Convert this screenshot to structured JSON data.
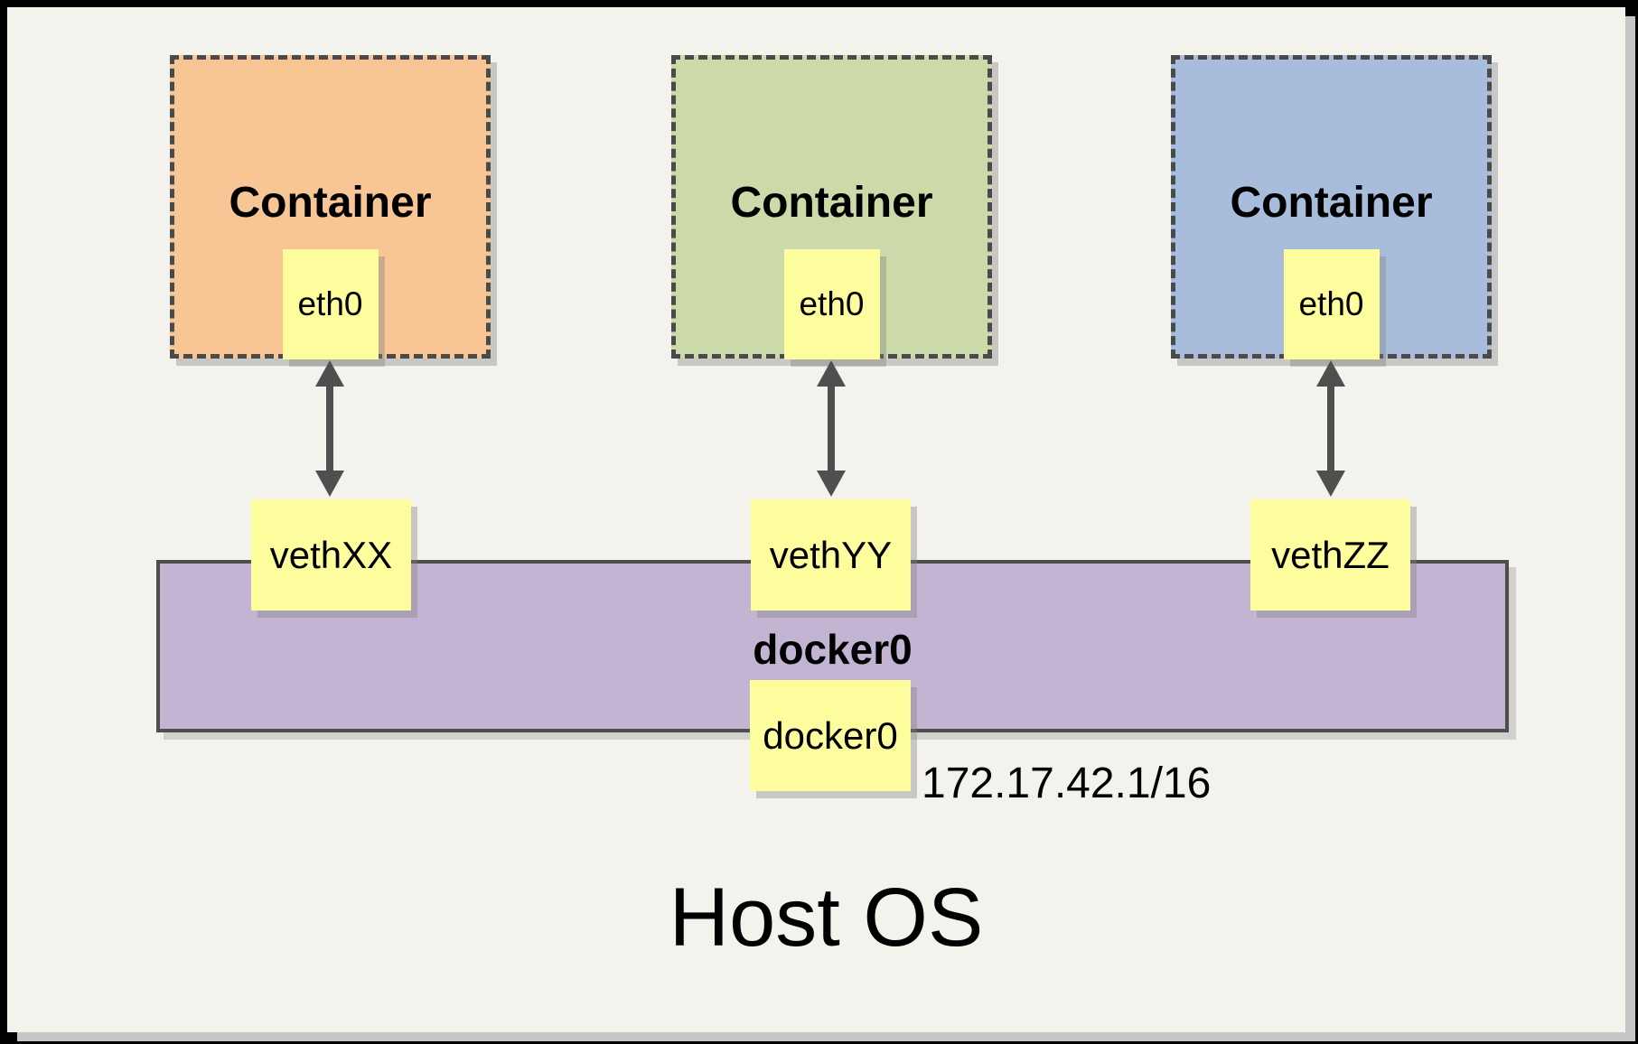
{
  "host": {
    "label": "Host OS"
  },
  "containers": [
    {
      "label": "Container",
      "interface": "eth0",
      "veth": "vethXX",
      "color": "#f8c695"
    },
    {
      "label": "Container",
      "interface": "eth0",
      "veth": "vethYY",
      "color": "#ccd9a8"
    },
    {
      "label": "Container",
      "interface": "eth0",
      "veth": "vethZZ",
      "color": "#a8bddb"
    }
  ],
  "bridge": {
    "label": "docker0",
    "interface": "docker0",
    "ip": "172.17.42.1/16",
    "color": "#c3b4d4"
  },
  "colors": {
    "panel_background": "#f4f2ec",
    "frame": "#000000",
    "panel_shadow": "#c6c6c6",
    "note_yellow": "#fdfd9e",
    "dashed_border": "#4a4a4a",
    "arrow": "#4f4f4f"
  }
}
